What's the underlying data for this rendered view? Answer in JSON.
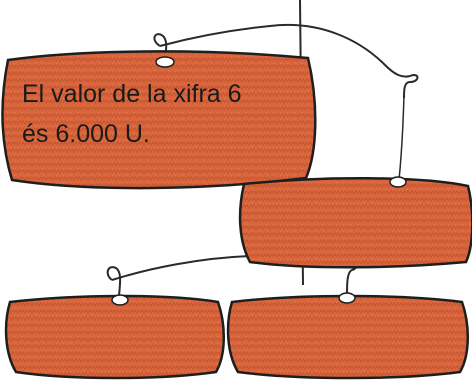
{
  "caption": {
    "line1": "El valor de la xifra 6",
    "line2": "és 6.000 U."
  },
  "colors": {
    "plate_fill": "#d9663c",
    "plate_texture": "#c4552e",
    "outline": "#1e1e1e",
    "string": "#2a2a2a",
    "background": "#ffffff"
  },
  "mobile": {
    "plates": [
      "top-left-plate",
      "middle-right-plate",
      "bottom-left-plate",
      "bottom-right-plate"
    ]
  }
}
